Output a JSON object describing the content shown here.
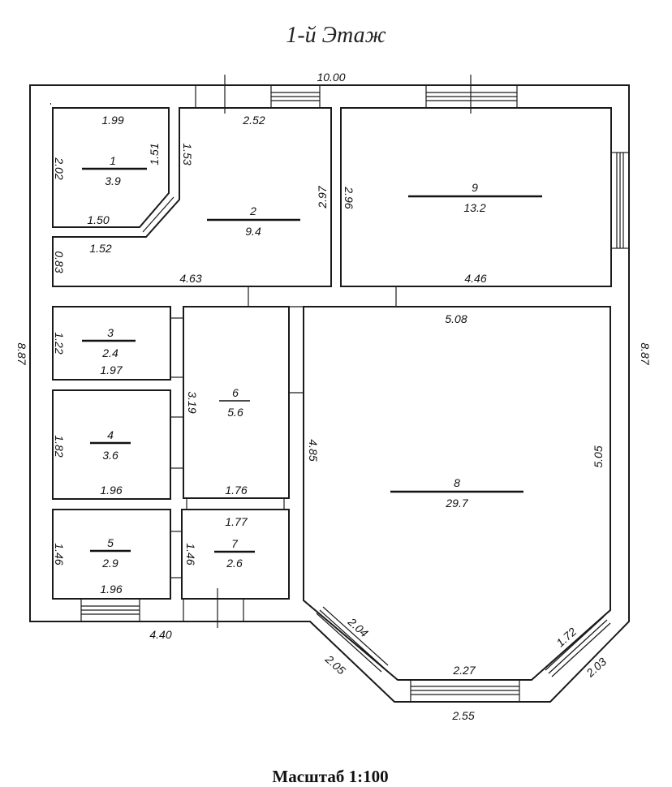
{
  "title": "1-й Этаж",
  "scale_label": "Масштаб 1:100",
  "rooms": [
    {
      "number": "1",
      "area": "3.9"
    },
    {
      "number": "2",
      "area": "9.4"
    },
    {
      "number": "3",
      "area": "2.4"
    },
    {
      "number": "4",
      "area": "3.6"
    },
    {
      "number": "5",
      "area": "2.9"
    },
    {
      "number": "6",
      "area": "5.6"
    },
    {
      "number": "7",
      "area": "2.6"
    },
    {
      "number": "8",
      "area": "29.7"
    },
    {
      "number": "9",
      "area": "13.2"
    }
  ],
  "dimensions": {
    "overall_top": "10.00",
    "overall_left": "8.87",
    "overall_right": "8.87",
    "bottom_left": "4.40",
    "bay_bottom": "2.55",
    "bay_left_outer": "2.05",
    "bay_right_outer": "2.03",
    "bay_left_inner": "2.04",
    "bay_right_inner": "1.72",
    "bay_center_inner": "2.27",
    "r1_top": "1.99",
    "r1_left": "2.02",
    "r1_right": "1.51",
    "r1_bottom": "1.50",
    "r2_top": "2.52",
    "r2_left": "1.53",
    "r2_right": "2.97",
    "r2_bottom": "4.63",
    "r2_ext_top": "1.52",
    "r2_ext_left": "0.83",
    "r9_left": "2.96",
    "r9_bottom": "4.46",
    "r8_top": "5.08",
    "r8_right": "5.05",
    "r8_left": "4.85",
    "r3_left": "1.22",
    "r3_bottom": "1.97",
    "r4_left": "1.82",
    "r4_bottom": "1.96",
    "r5_left": "1.46",
    "r5_bottom": "1.96",
    "r6_left": "3.19",
    "r6_bottom": "1.76",
    "r7_top": "1.77",
    "r7_left": "1.46"
  }
}
